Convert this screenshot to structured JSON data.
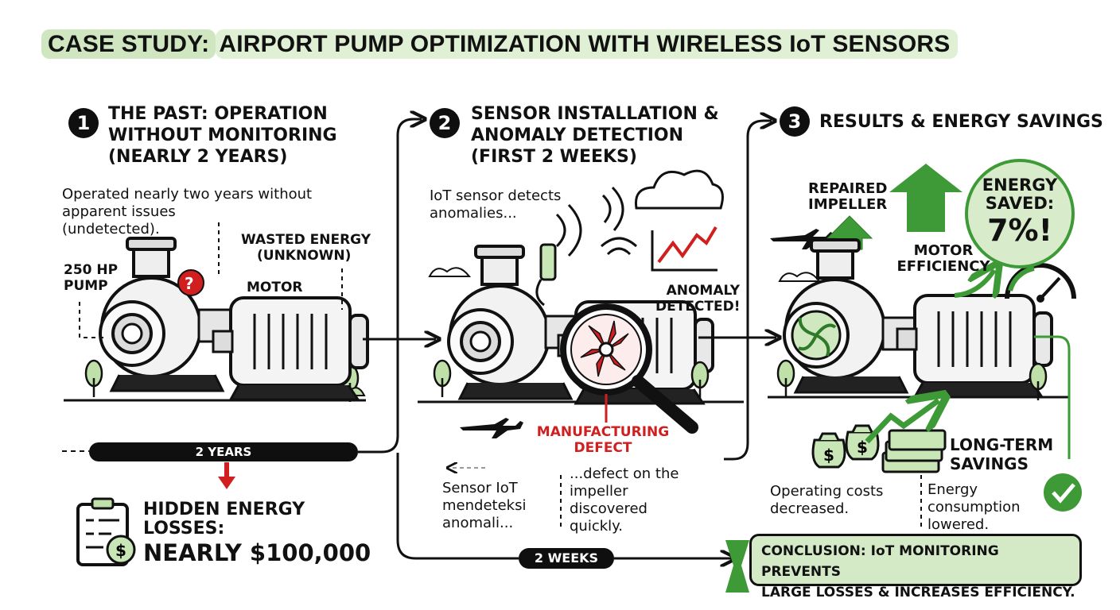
{
  "title": {
    "highlight": "CASE STUDY:",
    "rest": "AIRPORT PUMP OPTIMIZATION WITH WIRELESS IoT SENSORS"
  },
  "colors": {
    "accent_green": "#3e9a37",
    "light_green": "#d8eccb",
    "alert_red": "#d11e1e",
    "ink": "#111111"
  },
  "step1": {
    "number": "1",
    "heading_lines": [
      "THE PAST: OPERATION",
      "WITHOUT MONITORING",
      "(NEARLY 2 YEARS)"
    ],
    "description_lines": [
      "Operated nearly two years without",
      "apparent issues",
      "(undetected)."
    ],
    "label_pump_lines": [
      "250 HP",
      "PUMP"
    ],
    "label_wasted_lines": [
      "WASTED ENERGY",
      "(UNKNOWN)"
    ],
    "label_motor": "MOTOR",
    "duration": "2 YEARS",
    "losses_lines": [
      "HIDDEN ENERGY",
      "LOSSES:"
    ],
    "losses_value": "NEARLY $100,000"
  },
  "step2": {
    "number": "2",
    "heading_lines": [
      "SENSOR INSTALLATION &",
      "ANOMALY DETECTION",
      "(FIRST 2 WEEKS)"
    ],
    "description_lines": [
      "IoT sensor detects",
      "anomalies..."
    ],
    "anomaly_lines": [
      "ANOMALY",
      "DETECTED!"
    ],
    "defect_lines": [
      "MANUFACTURING",
      "DEFECT"
    ],
    "note_left_lines": [
      "Sensor IoT",
      "mendeteksi",
      "anomali..."
    ],
    "note_right_lines": [
      "...defect on the",
      "impeller",
      "discovered",
      "quickly."
    ],
    "duration": "2 WEEKS"
  },
  "step3": {
    "number": "3",
    "heading": "RESULTS & ENERGY SAVINGS",
    "repaired_lines": [
      "REPAIRED",
      "IMPELLER"
    ],
    "motor_eff_lines": [
      "MOTOR",
      "EFFICIENCY"
    ],
    "saved_lines": [
      "ENERGY",
      "SAVED:"
    ],
    "saved_value": "7%!",
    "longterm_lines": [
      "LONG-TERM",
      "SAVINGS"
    ],
    "costs_lines": [
      "Operating costs",
      "decreased."
    ],
    "consumption_lines": [
      "Energy",
      "consumption",
      "lowered."
    ]
  },
  "conclusion_lines": [
    "CONCLUSION: IoT MONITORING PREVENTS",
    "LARGE LOSSES & INCREASES EFFICIENCY."
  ]
}
